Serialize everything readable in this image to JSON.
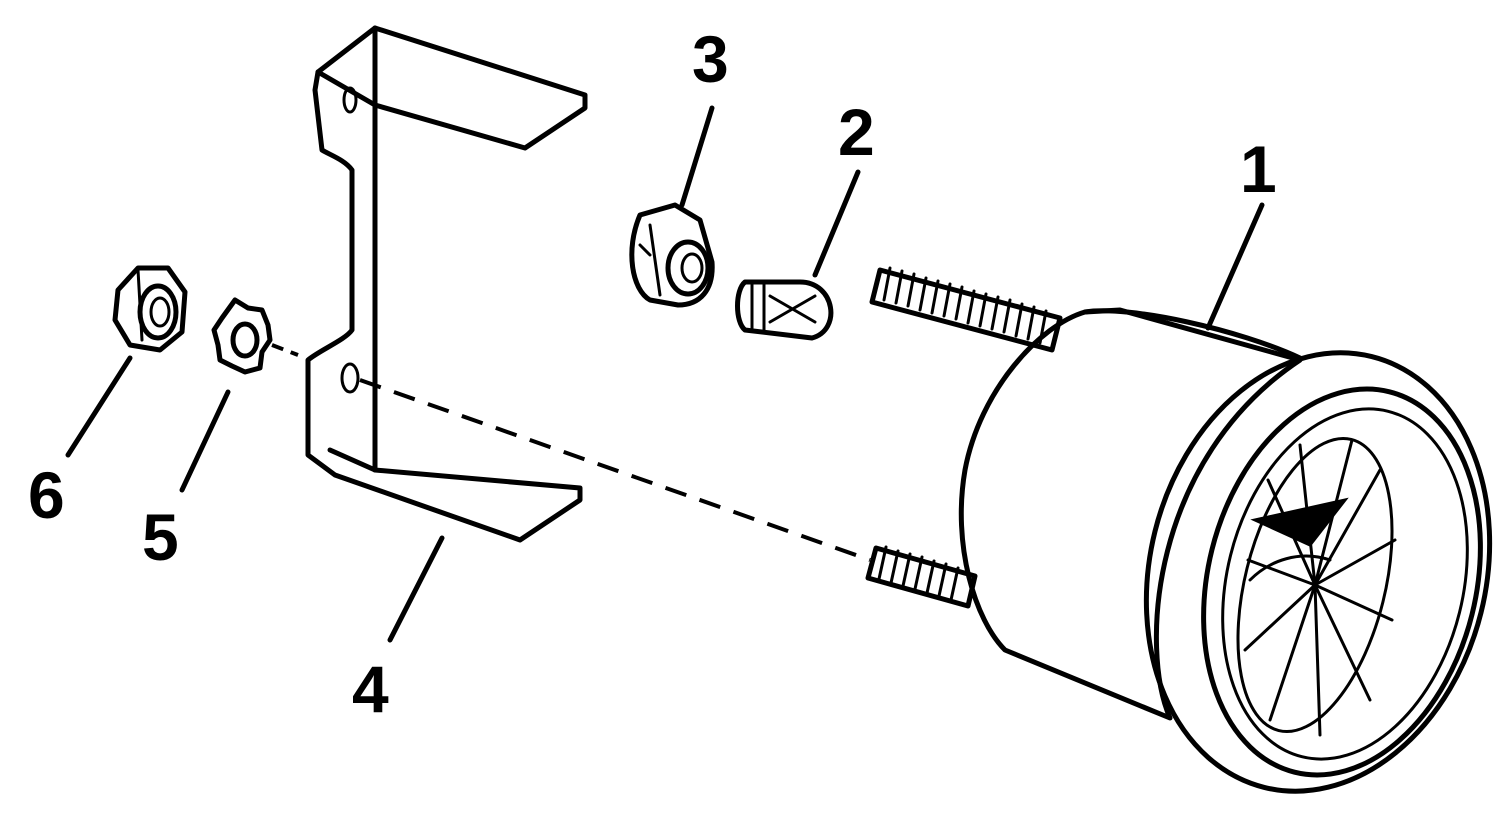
{
  "diagram": {
    "colors": {
      "ink": "#000000",
      "paper": "#ffffff"
    },
    "parts": [
      {
        "id": "gauge",
        "callout": "1"
      },
      {
        "id": "bulb",
        "callout": "2"
      },
      {
        "id": "bulb-socket",
        "callout": "3"
      },
      {
        "id": "mounting-bracket",
        "callout": "4"
      },
      {
        "id": "lock-washer",
        "callout": "5"
      },
      {
        "id": "hex-nut",
        "callout": "6"
      }
    ]
  }
}
